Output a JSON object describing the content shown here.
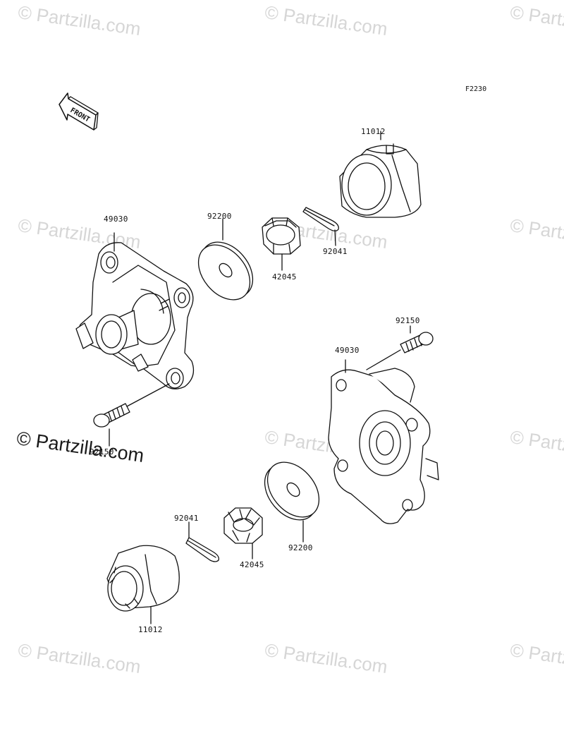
{
  "diagram": {
    "code": "F2230",
    "front_label": "FRONT",
    "watermark_text": "© Partzilla.com",
    "parts": [
      {
        "number": "11012"
      },
      {
        "number": "49030"
      },
      {
        "number": "92200"
      },
      {
        "number": "42045"
      },
      {
        "number": "92041"
      },
      {
        "number": "92150"
      },
      {
        "number": "49030"
      },
      {
        "number": "92150"
      },
      {
        "number": "92200"
      },
      {
        "number": "42045"
      },
      {
        "number": "92041"
      },
      {
        "number": "11012"
      }
    ]
  }
}
